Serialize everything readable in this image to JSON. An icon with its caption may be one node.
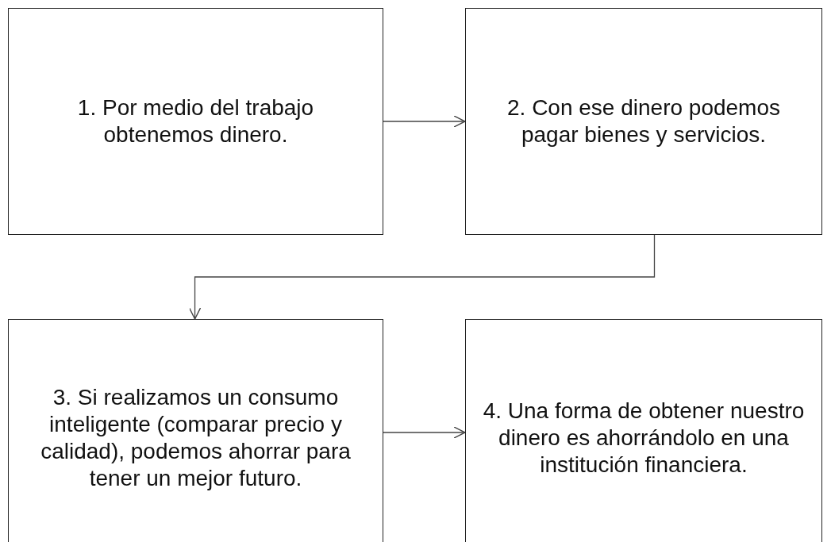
{
  "diagram": {
    "nodes": [
      {
        "text": [
          "1. Por medio del trabajo obtenemos dinero."
        ]
      },
      {
        "text": [
          "2. Con ese dinero podemos pagar bienes y servicios."
        ]
      },
      {
        "text": [
          "3. Si realizamos un consumo inteligente (comparar precio y calidad), podemos ahorrar para tener un mejor futuro."
        ]
      },
      {
        "text": [
          "4. Una forma de obtener nuestro dinero es ahorrándolo en una institución financiera."
        ]
      }
    ],
    "edges": [
      {
        "from": 0,
        "to": 1,
        "arrow": "to"
      },
      {
        "from": 1,
        "to": 2,
        "arrow": "to"
      },
      {
        "from": 2,
        "to": 3,
        "arrow": "to"
      }
    ]
  }
}
